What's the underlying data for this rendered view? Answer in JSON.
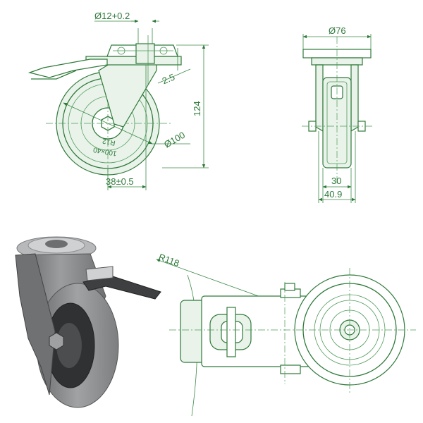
{
  "drawing": {
    "front_view": {
      "bolt_hole_dim": "Ø12+0.2",
      "lever_dim": "2.5",
      "height_dim": "124",
      "wheel_dim": "Ø100",
      "offset_dim": "38±0.5",
      "tire_marking_size": "100×40",
      "tire_marking_code": "R12"
    },
    "side_view": {
      "plate_dim": "Ø76",
      "tread_width_dim": "30",
      "total_width_dim": "40.9"
    },
    "top_view": {
      "radius_dim": "R118"
    }
  },
  "colors": {
    "line": "#2f7a3a",
    "photo_body": "#7f8080",
    "photo_tire": "#8b8d8e"
  }
}
